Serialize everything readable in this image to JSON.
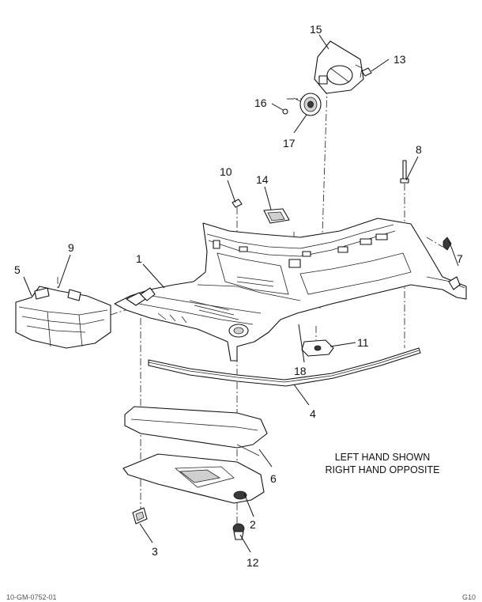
{
  "callouts": {
    "c1": "1",
    "c2": "2",
    "c3": "3",
    "c4": "4",
    "c5": "5",
    "c6": "6",
    "c7": "7",
    "c8": "8",
    "c9": "9",
    "c10": "10",
    "c11": "11",
    "c12": "12",
    "c13": "13",
    "c14": "14",
    "c15": "15",
    "c16": "16",
    "c17": "17",
    "c18": "18"
  },
  "note": {
    "line1": "LEFT HAND SHOWN",
    "line2": "RIGHT HAND OPPOSITE"
  },
  "footer": {
    "left": "10-GM-0752-01",
    "right": "G10"
  }
}
